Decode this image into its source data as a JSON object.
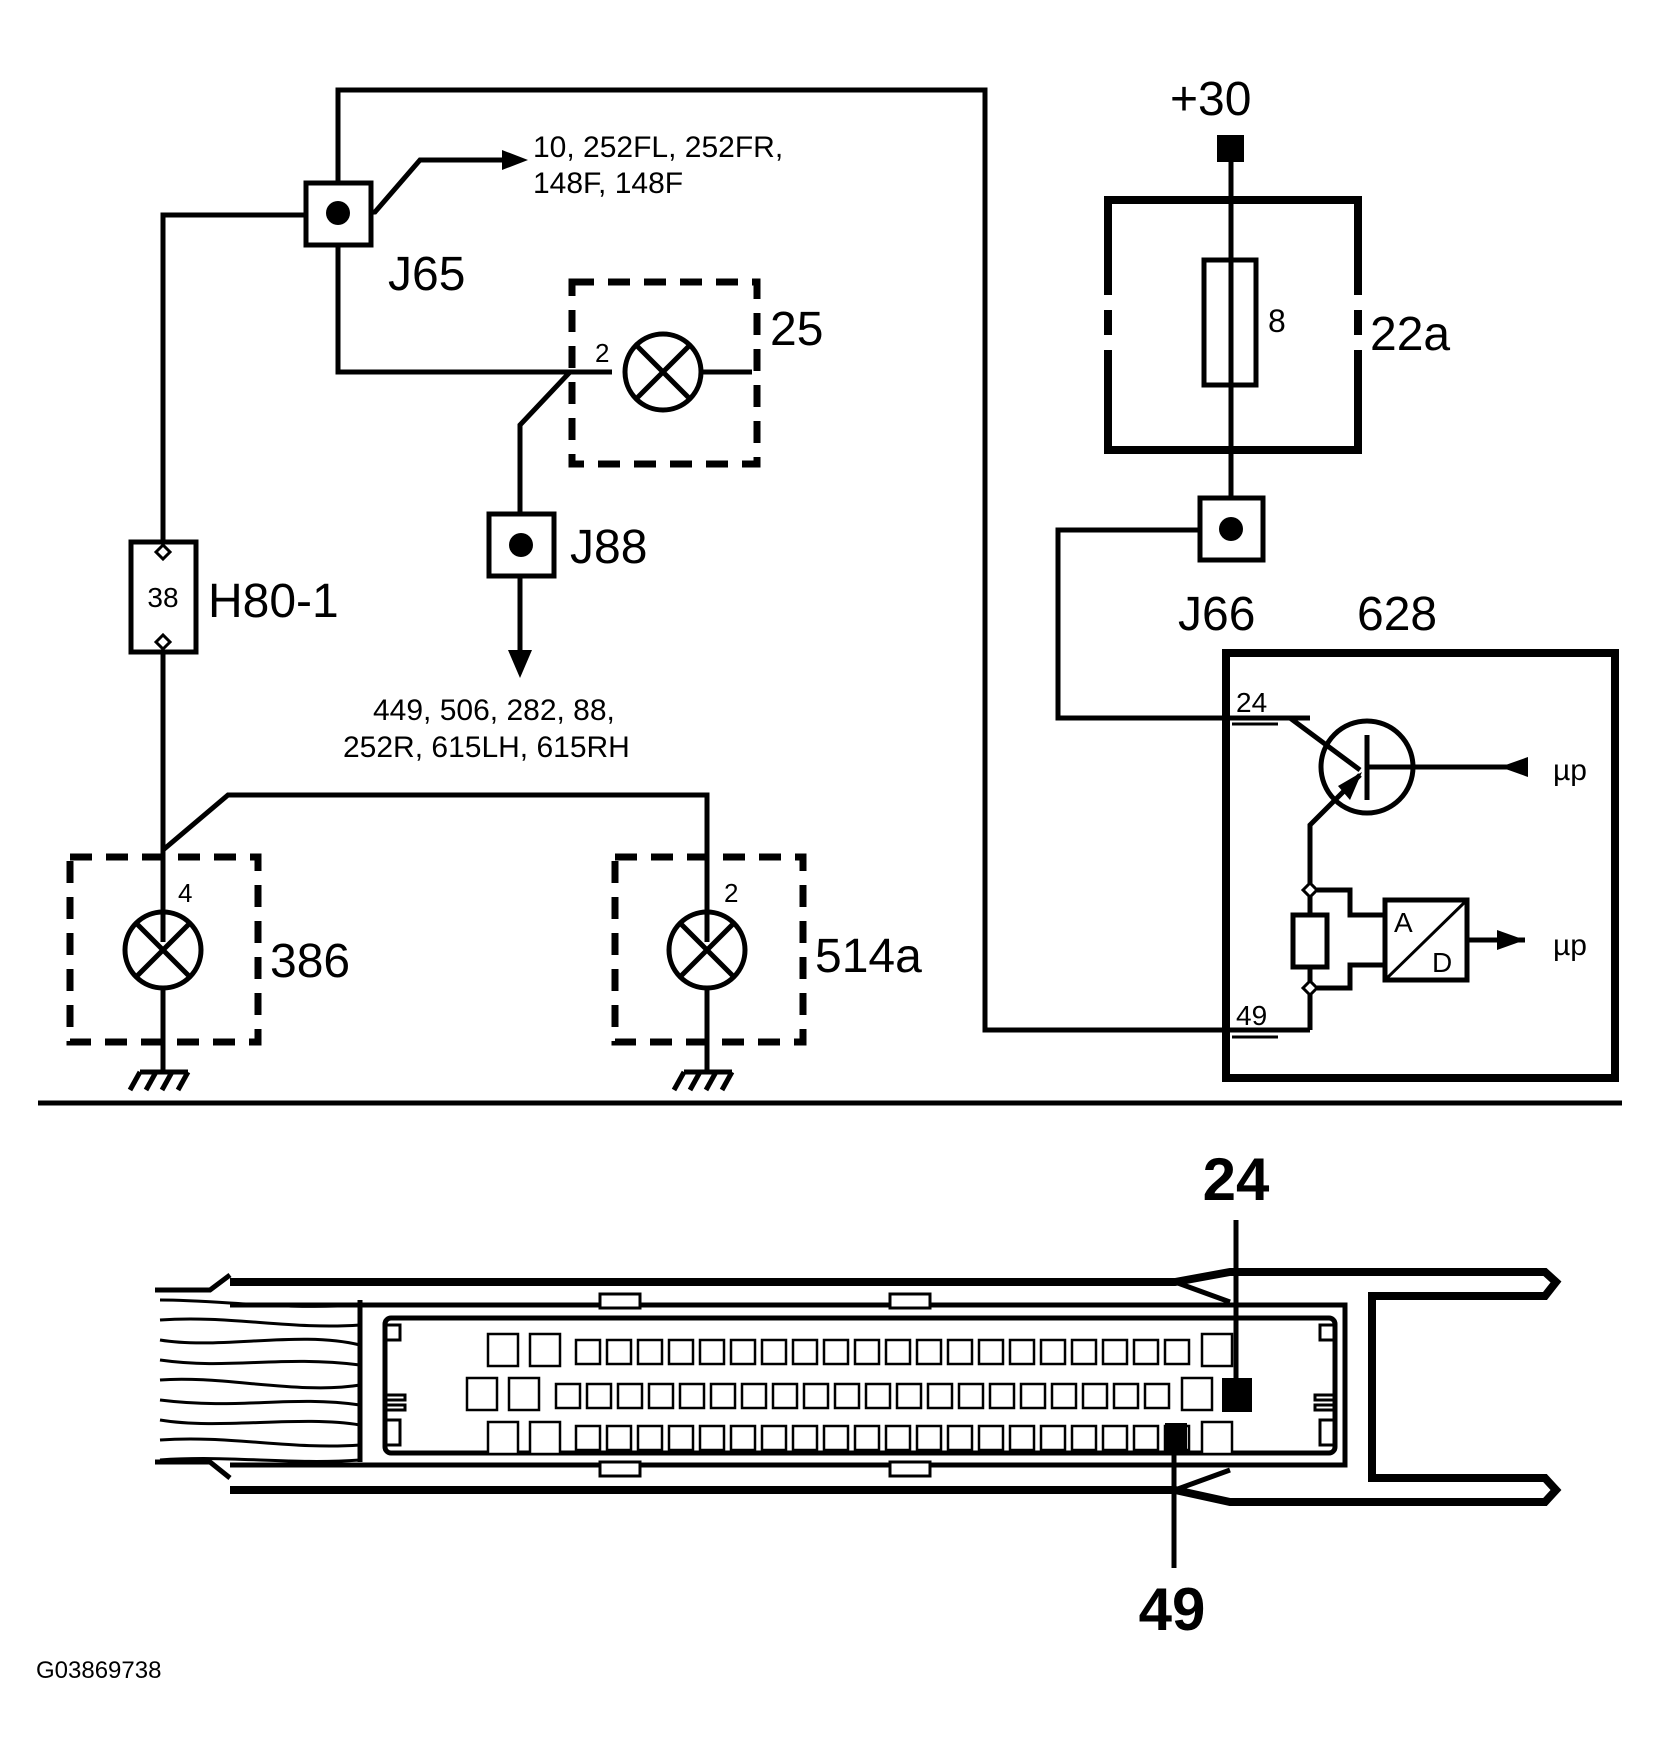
{
  "labels": {
    "j65": "J65",
    "j65_refs_1": "10, 252FL, 252FR,",
    "j65_refs_2": "148F, 148F",
    "c25": "25",
    "c25_pin": "2",
    "j88": "J88",
    "j88_refs_1": "449, 506, 282, 88,",
    "j88_refs_2": "252R, 615LH, 615RH",
    "h80": "H80-1",
    "h80_pin": "38",
    "c386": "386",
    "c386_pin": "4",
    "c514a": "514a",
    "c514a_pin": "2",
    "plus30": "+30",
    "c22a": "22a",
    "fuse_no": "8",
    "j66": "J66",
    "c628": "628",
    "pin24": "24",
    "pin49": "49",
    "mu_p_1": "µp",
    "mu_p_2": "µp",
    "adc_a": "A",
    "adc_d": "D"
  },
  "connector": {
    "pin_top": "24",
    "pin_bottom": "49"
  },
  "figure_code": "G03869738"
}
